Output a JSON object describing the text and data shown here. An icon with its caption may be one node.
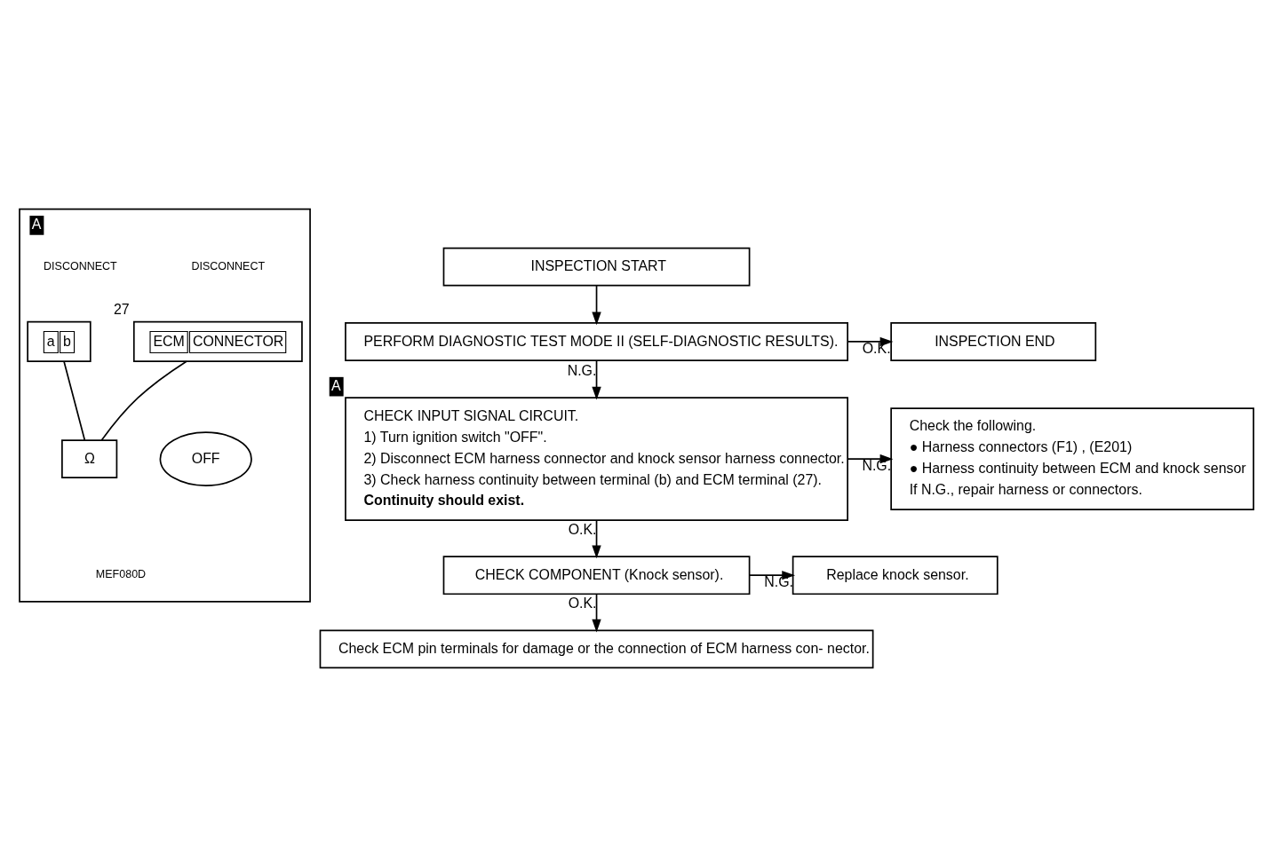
{
  "diagram": {
    "nodes": [
      {
        "text": [
          "A"
        ]
      },
      {
        "text": [
          "ECM",
          "CONNECTOR"
        ],
        "in": 0,
        "beside": [
          "27"
        ]
      },
      {
        "text": [
          "a",
          "b"
        ],
        "in": 0
      },
      {
        "text": [
          "Ω"
        ],
        "in": 0
      },
      {
        "text": [
          "OFF"
        ],
        "in": 0
      },
      {
        "text": [
          "INSPECTION START"
        ]
      },
      {
        "text": [
          "PERFORM DIAGNOSTIC TEST MODE II (SELF-DIAGNOSTIC RESULTS)."
        ]
      },
      {
        "text": [
          "INSPECTION END"
        ]
      },
      {
        "text": [
          "CHECK INPUT SIGNAL CIRCUIT.",
          "1) Turn ignition switch \"OFF\".",
          "2) Disconnect ECM harness connector and knock sensor harness connector.",
          "3) Check harness continuity between terminal (b) and ECM terminal (27).",
          "Continuity should exist."
        ],
        "beside": [
          "A"
        ]
      },
      {
        "text": [
          "Check the following.",
          "● Harness connectors (F1) , (E201)",
          "● Harness continuity between ECM and knock sensor",
          "If N.G., repair harness or connectors."
        ]
      },
      {
        "text": [
          "CHECK COMPONENT (Knock sensor)."
        ]
      },
      {
        "text": [
          "Replace knock sensor."
        ]
      },
      {
        "text": [
          "Check ECM pin terminals for damage or the connection of ECM harness con- nector."
        ]
      }
    ],
    "edges": [
      {
        "from": 1,
        "to": 3,
        "arrow": "none"
      },
      {
        "from": 2,
        "to": 3,
        "arrow": "none"
      },
      {
        "from": 5,
        "to": 6,
        "arrow": "to"
      },
      {
        "from": 6,
        "to": 7,
        "arrow": "to",
        "label": "O.K."
      },
      {
        "from": 6,
        "to": 8,
        "arrow": "to",
        "label": "N.G."
      },
      {
        "from": 8,
        "to": 9,
        "arrow": "to",
        "label": "N.G."
      },
      {
        "from": 8,
        "to": 10,
        "arrow": "to",
        "label": "O.K."
      },
      {
        "from": 10,
        "to": 11,
        "arrow": "to",
        "label": "N.G."
      },
      {
        "from": 10,
        "to": 12,
        "arrow": "to",
        "label": "O.K."
      }
    ],
    "labels": [
      "DISCONNECT",
      "DISCONNECT",
      "MEF080D"
    ]
  }
}
